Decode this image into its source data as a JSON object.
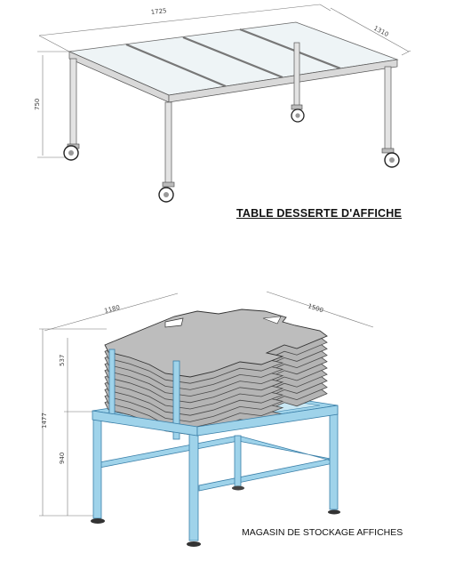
{
  "diagram_1": {
    "title": "TABLE DESSERTE D'AFFICHE",
    "dim_length": "1725",
    "dim_width": "1310",
    "dim_height": "750"
  },
  "diagram_2": {
    "title": "MAGASIN DE STOCKAGE AFFICHES",
    "dim_length": "1180",
    "dim_width": "1500",
    "dim_total_height": "1477",
    "dim_stack_height": "537",
    "dim_frame_height": "940"
  },
  "colors": {
    "frame_blue": "#9fd3ea",
    "frame_outline": "#3a7fa8",
    "sheet_gray": "#b4b4b4",
    "glass": "#eef4f6",
    "steel": "#d9d9d9"
  }
}
